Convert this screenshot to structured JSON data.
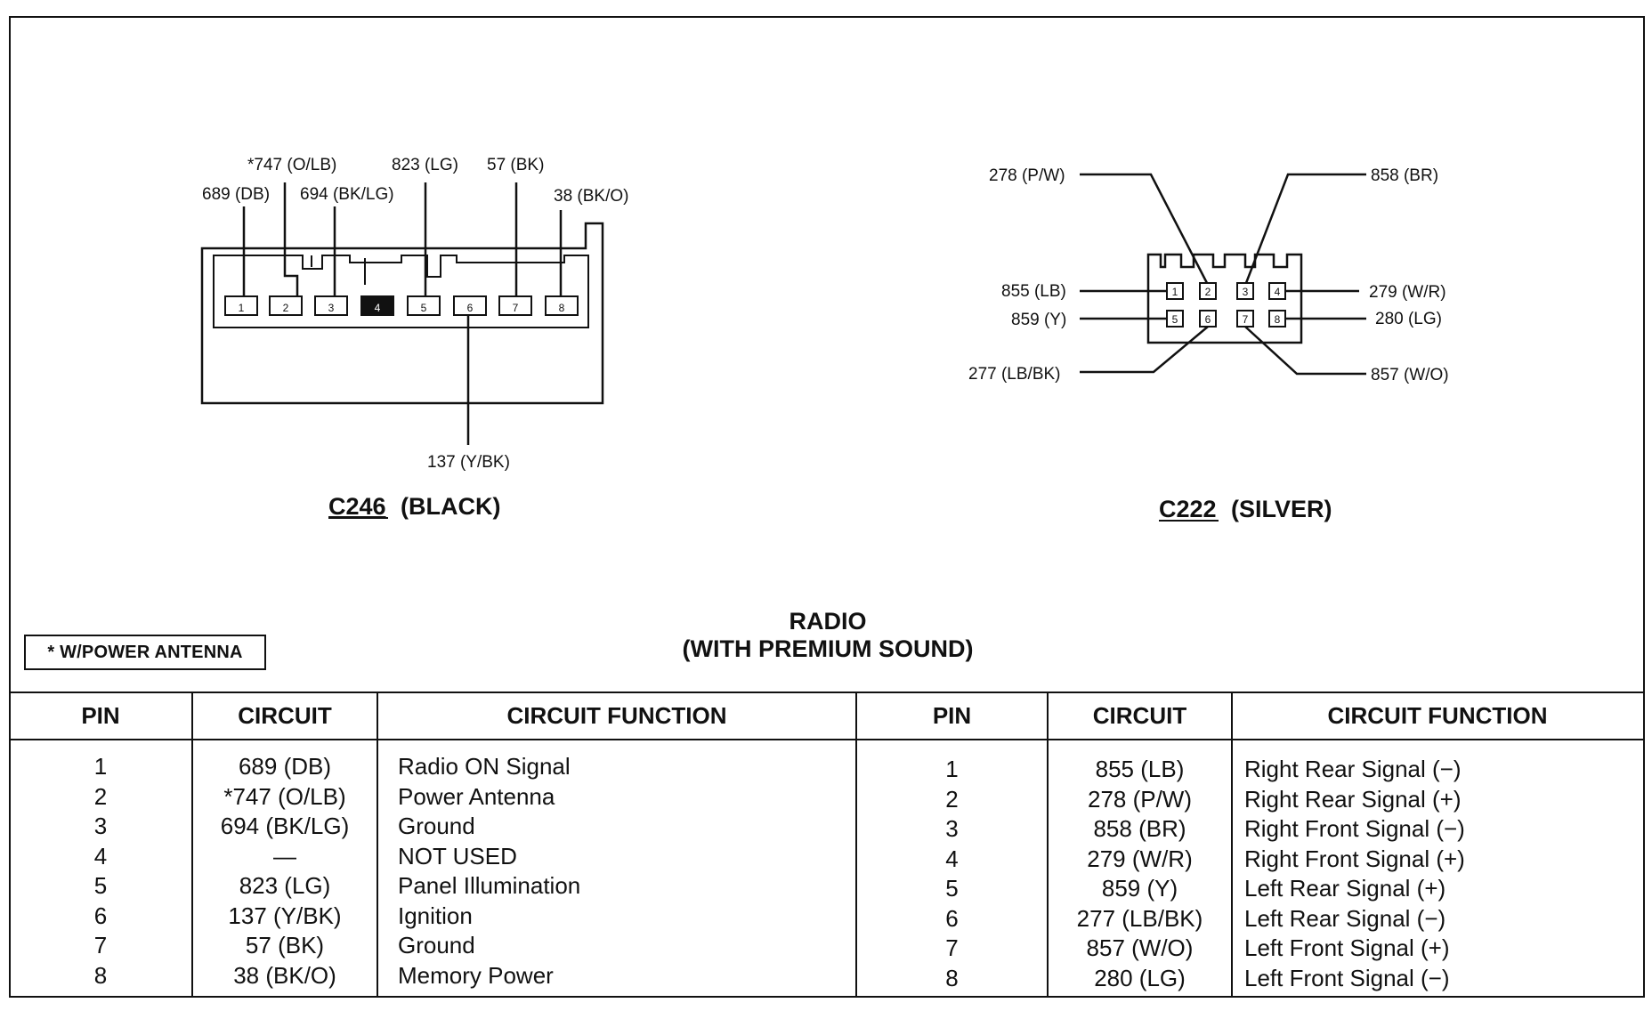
{
  "note": "* W/POWER ANTENNA",
  "radio_title": {
    "line1": "RADIO",
    "line2": "(WITH PREMIUM SOUND)"
  },
  "c246": {
    "name": "C246",
    "color": "(BLACK)",
    "pins": [
      "1",
      "2",
      "3",
      "4",
      "5",
      "6",
      "7",
      "8"
    ],
    "wires": [
      "689 (DB)",
      "*747 (O/LB)",
      "694 (BK/LG)",
      "823 (LG)",
      "57 (BK)",
      "38 (BK/O)",
      "137 (Y/BK)"
    ]
  },
  "c222": {
    "name": "C222",
    "color": "(SILVER)",
    "pins": [
      "1",
      "2",
      "3",
      "4",
      "5",
      "6",
      "7",
      "8"
    ],
    "wires": [
      "278 (P/W)",
      "858 (BR)",
      "855 (LB)",
      "279 (W/R)",
      "859 (Y)",
      "280 (LG)",
      "277 (LB/BK)",
      "857 (W/O)"
    ]
  },
  "table_headers": {
    "pin": "PIN",
    "circuit": "CIRCUIT",
    "function": "CIRCUIT FUNCTION"
  },
  "left_table": {
    "pins": [
      "1",
      "2",
      "3",
      "4",
      "5",
      "6",
      "7",
      "8"
    ],
    "circuits": [
      "689 (DB)",
      "*747 (O/LB)",
      "694 (BK/LG)",
      "—",
      "823 (LG)",
      "137 (Y/BK)",
      "57 (BK)",
      "38 (BK/O)"
    ],
    "functions": [
      "Radio ON Signal",
      "Power Antenna",
      "Ground",
      "NOT USED",
      "Panel Illumination",
      "Ignition",
      "Ground",
      "Memory Power"
    ]
  },
  "right_table": {
    "pins": [
      "1",
      "2",
      "3",
      "4",
      "5",
      "6",
      "7",
      "8"
    ],
    "circuits": [
      "855 (LB)",
      "278 (P/W)",
      "858 (BR)",
      "279 (W/R)",
      "859 (Y)",
      "277 (LB/BK)",
      "857 (W/O)",
      "280 (LG)"
    ],
    "functions": [
      "Right Rear Signal (−)",
      "Right Rear Signal (+)",
      "Right Front Signal (−)",
      "Right Front Signal (+)",
      "Left Rear Signal (+)",
      "Left Rear Signal (−)",
      "Left Front Signal (+)",
      "Left Front Signal (−)"
    ]
  }
}
